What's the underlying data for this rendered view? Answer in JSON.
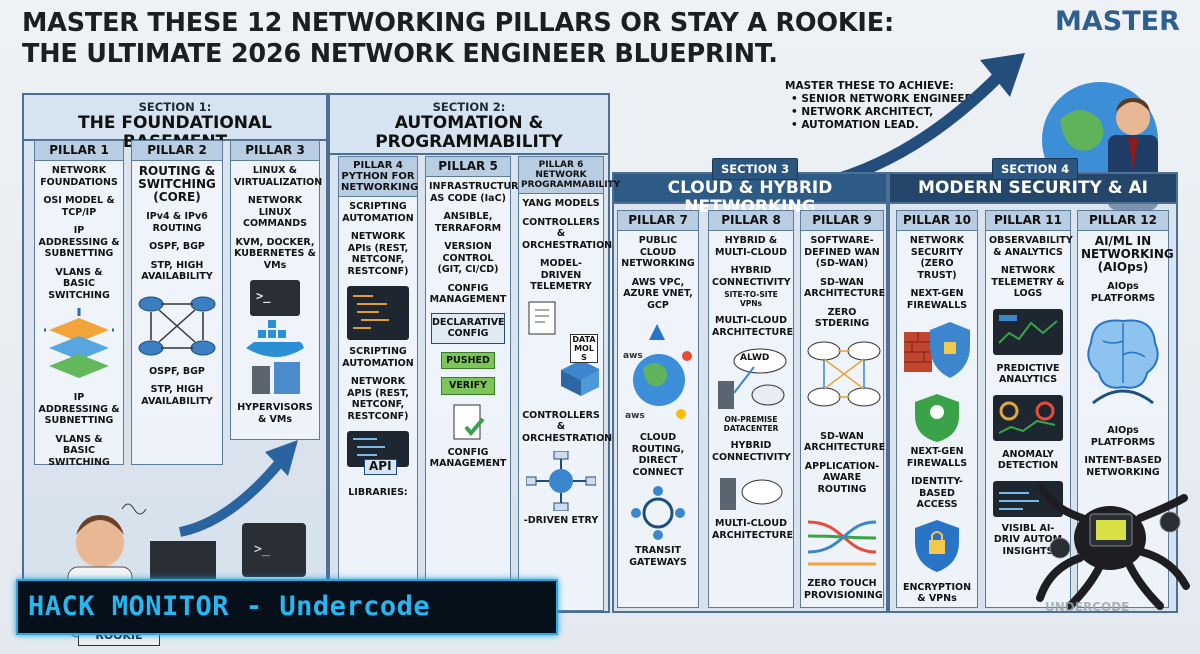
{
  "title": {
    "line1": "MASTER THESE 12 NETWORKING PILLARS OR STAY A ROOKIE:",
    "line2": "THE ULTIMATE 2026 NETWORK ENGINEER BLUEPRINT."
  },
  "master_label": "MASTER",
  "achieve": {
    "heading": "MASTER THESE TO ACHIEVE:",
    "items": [
      "SENIOR NETWORK ENGINEER,",
      "NETWORK ARCHITECT,",
      "AUTOMATION LEAD."
    ]
  },
  "sections": [
    {
      "num": "SECTION 1:",
      "name": "THE FOUNDATIONAL BASEMENT"
    },
    {
      "num": "SECTION 2:",
      "name": "AUTOMATION & PROGRAMMABILITY"
    },
    {
      "num": "SECTION 3",
      "name": "CLOUD & HYBRID NETWORKING"
    },
    {
      "num": "SECTION 4",
      "name": "MODERN SECURITY & AI"
    }
  ],
  "pillars": [
    {
      "head": "PILLAR 1",
      "items": [
        "NETWORK FOUNDATIONS",
        "OSI MODEL & TCP/IP",
        "IP ADDRESSING & SUBNETTING",
        "VLANS & BASIC SWITCHING",
        "IP ADDRESSING & SUBNETTING",
        "VLANS & BASIC SWITCHING"
      ]
    },
    {
      "head": "PILLAR 2",
      "items": [
        "ROUTING & SWITCHING (CORE)",
        "IPv4 & IPv6 ROUTING",
        "OSPF, BGP",
        "STP, HIGH AVAILABILITY",
        "OSPF, BGP",
        "STP, HIGH AVAILABILITY"
      ]
    },
    {
      "head": "PILLAR 3",
      "items": [
        "LINUX & VIRTUALIZATION",
        "NETWORK LINUX COMMANDS",
        "KVM, DOCKER, KUBERNETES & VMs",
        "HYPERVISORS & VMs"
      ]
    },
    {
      "head": "PILLAR 4 PYTHON FOR NETWORKING",
      "items": [
        "SCRIPTING AUTOMATION",
        "NETWORK APIs (REST, NETCONF, RESTCONF)",
        "SCRIPTING AUTOMATION",
        "NETWORK APIS (REST, NETCONF, RESTCONF)",
        "API",
        "LIBRARIES:"
      ]
    },
    {
      "head": "PILLAR 5",
      "items": [
        "INFRASTRUCTURE AS CODE (IaC)",
        "ANSIBLE, TERRAFORM",
        "VERSION CONTROL (GIT, CI/CD)",
        "CONFIG MANAGEMENT",
        "DECLARATIVE CONFIG",
        "PUSHED",
        "VERIFY",
        "CONFIG MANAGEMENT"
      ]
    },
    {
      "head": "PILLAR 6 NETWORK PROGRAMMABILITY",
      "items": [
        "YANG MODELS",
        "CONTROLLERS & ORCHESTRATION",
        "MODEL-DRIVEN TELEMETRY",
        "DATA MOL S",
        "CONTROLLERS & ORCHESTRATION",
        "-DRIVEN ETRY"
      ]
    },
    {
      "head": "PILLAR 7",
      "items": [
        "PUBLIC CLOUD NETWORKING",
        "AWS VPC, AZURE VNET, GCP",
        "CLOUD ROUTING, DIRECT CONNECT",
        "TRANSIT GATEWAYS"
      ]
    },
    {
      "head": "PILLAR 8",
      "items": [
        "HYBRID & MULTI-CLOUD",
        "HYBRID CONNECTIVITY",
        "SITE-TO-SITE VPNs",
        "MULTI-CLOUD ARCHITECTURE",
        "ALWD",
        "ON-PREMISE DATACENTER",
        "HYBRID CONNECTIVITY",
        "MULTI-CLOUD ARCHITECTURE"
      ]
    },
    {
      "head": "PILLAR 9",
      "items": [
        "SOFTWARE-DEFINED WAN (SD-WAN)",
        "SD-WAN ARCHITECTURE",
        "ZERO STDERING",
        "SD-WAN ARCHITECTURE",
        "APPLICATION-AWARE ROUTING",
        "ZERO TOUCH PROVISIONING"
      ]
    },
    {
      "head": "PILLAR 10",
      "items": [
        "NETWORK SECURITY (ZERO TRUST)",
        "NEXT-GEN FIREWALLS",
        "NEXT-GEN FIREWALLS",
        "IDENTITY-BASED ACCESS",
        "ENCRYPTION & VPNs"
      ]
    },
    {
      "head": "PILLAR 11",
      "items": [
        "OBSERVABILITY & ANALYTICS",
        "NETWORK TELEMETRY & LOGS",
        "PREDICTIVE ANALYTICS",
        "ANOMALY DETECTION",
        "VISIBL AI-DRIV AUTOM INSIGHTS"
      ]
    },
    {
      "head": "PILLAR 12",
      "items": [
        "AI/ML IN NETWORKING (AIOps)",
        "AIOps PLATFORMS",
        "AIOps PLATFORMS",
        "INTENT-BASED NETWORKING"
      ]
    }
  ],
  "banner": "HACK MONITOR - Undercode",
  "rookie_label": "ROOKIE",
  "watermark": "UNDERCODE",
  "colors": {
    "section_border": "#4c6f93",
    "section_dark": "#2e5a86",
    "banner_text": "#27b6f0"
  }
}
